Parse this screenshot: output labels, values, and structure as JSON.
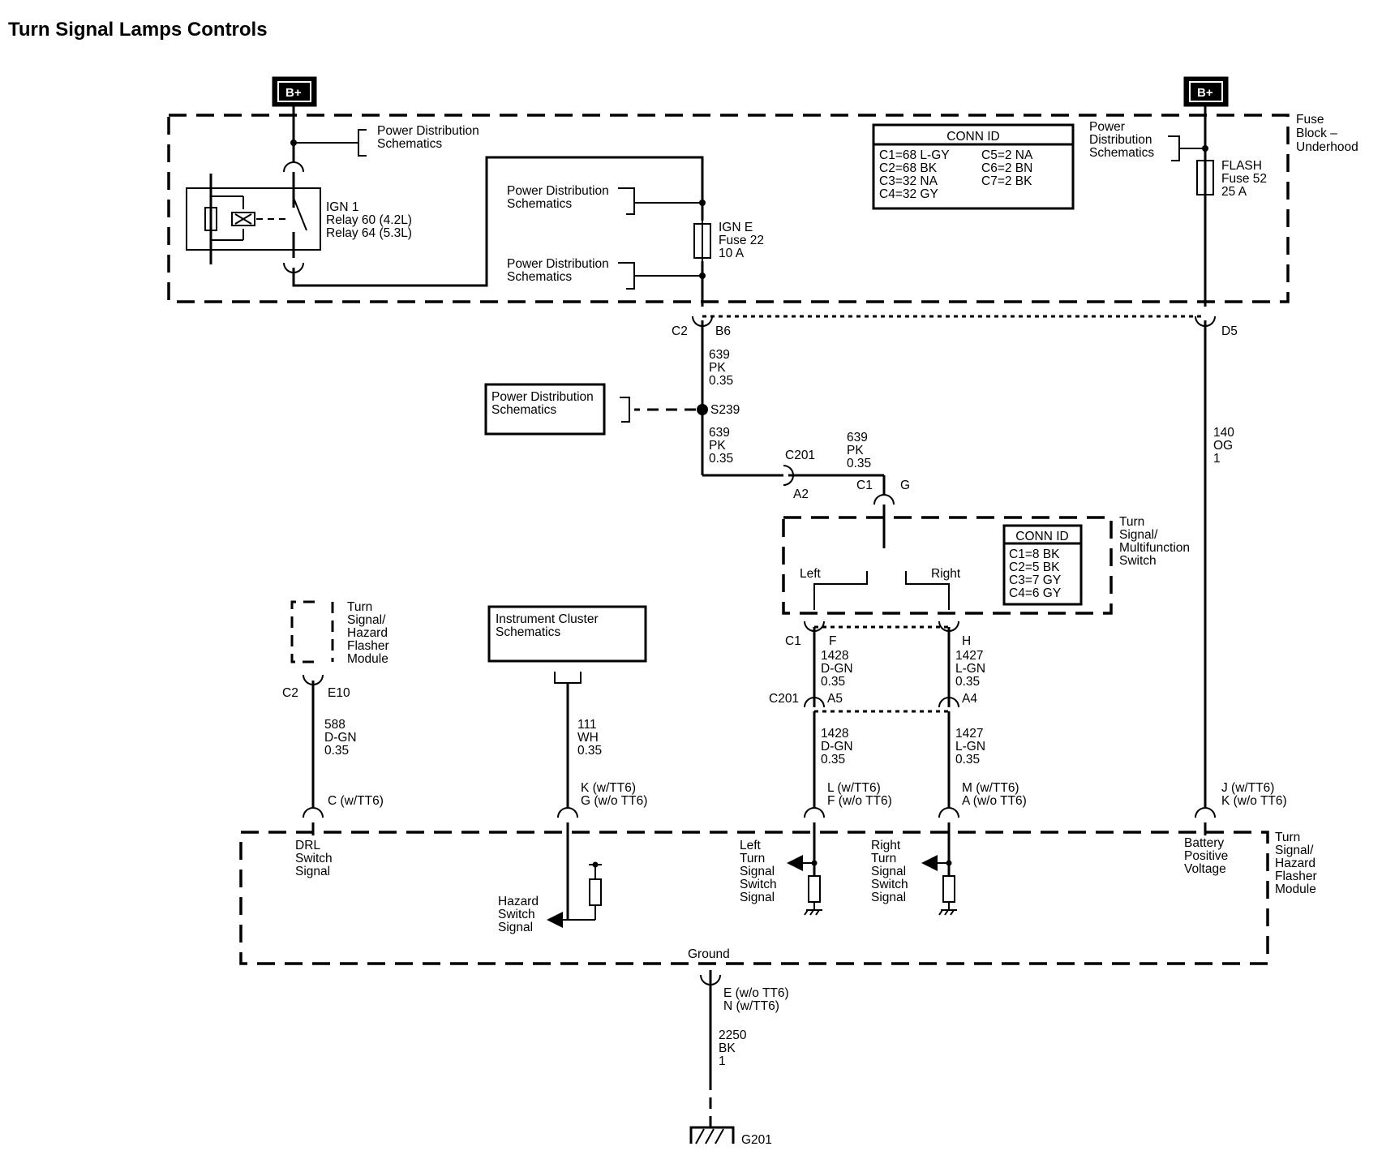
{
  "title": "Turn Signal Lamps Controls",
  "battery": {
    "left": "B+",
    "right": "B+"
  },
  "fuse_block": {
    "name": [
      "Fuse",
      "Block –",
      "Underhood"
    ],
    "conn_id": {
      "header": "CONN ID",
      "col1": [
        "C1=68 L-GY",
        "C2=68 BK",
        "C3=32 NA",
        "C4=32 GY"
      ],
      "col2": [
        "C5=2 NA",
        "C6=2 BN",
        "C7=2 BK"
      ]
    },
    "pds_top_left": [
      "Power Distribution",
      "Schematics"
    ],
    "pds_mid_1": [
      "Power Distribution",
      "Schematics"
    ],
    "pds_mid_2": [
      "Power Distribution",
      "Schematics"
    ],
    "pds_right": [
      "Power",
      "Distribution",
      "Schematics"
    ],
    "relay": [
      "IGN 1",
      "Relay 60 (4.2L)",
      "Relay 64 (5.3L)"
    ],
    "fuse22": [
      "IGN E",
      "Fuse 22",
      "10 A"
    ],
    "fuse52": [
      "FLASH",
      "Fuse 52",
      "25 A"
    ]
  },
  "connectors": {
    "c2": "C2",
    "b6": "B6",
    "d5": "D5",
    "s239": "S239",
    "c201_top": "C201",
    "a2": "A2",
    "c1_g": "C1",
    "g": "G",
    "c1_f": "C1",
    "f": "F",
    "h": "H",
    "c201_mid": "C201",
    "a5": "A5",
    "a4": "A4",
    "c2_e10": "C2",
    "e10": "E10",
    "pin_c": "C (w/TT6)",
    "pin_kg": [
      "K (w/TT6)",
      "G (w/o TT6)"
    ],
    "pin_lf": [
      "L (w/TT6)",
      "F (w/o TT6)"
    ],
    "pin_ma": [
      "M (w/TT6)",
      "A (w/o TT6)"
    ],
    "pin_jk": [
      "J (w/TT6)",
      "K (w/o TT6)"
    ],
    "ground_pins": [
      "E (w/o TT6)",
      "N (w/TT6)"
    ],
    "g201": "G201"
  },
  "wires": {
    "w639a": [
      "639",
      "PK",
      "0.35"
    ],
    "w639b": [
      "639",
      "PK",
      "0.35"
    ],
    "w639c": [
      "639",
      "PK",
      "0.35"
    ],
    "w140": [
      "140",
      "OG",
      "1"
    ],
    "w1428a": [
      "1428",
      "D-GN",
      "0.35"
    ],
    "w1427a": [
      "1427",
      "L-GN",
      "0.35"
    ],
    "w1428b": [
      "1428",
      "D-GN",
      "0.35"
    ],
    "w1427b": [
      "1427",
      "L-GN",
      "0.35"
    ],
    "w588": [
      "588",
      "D-GN",
      "0.35"
    ],
    "w111": [
      "111",
      "WH",
      "0.35"
    ],
    "w2250": [
      "2250",
      "BK",
      "1"
    ]
  },
  "pds_box": [
    "Power Distribution",
    "Schematics"
  ],
  "multifunction": {
    "name": [
      "Turn",
      "Signal/",
      "Multifunction",
      "Switch"
    ],
    "left": "Left",
    "right": "Right",
    "conn_id": {
      "header": "CONN ID",
      "rows": [
        "C1=8 BK",
        "C2=5 BK",
        "C3=7 GY",
        "C4=6 GY"
      ]
    }
  },
  "flasher_small": [
    "Turn",
    "Signal/",
    "Hazard",
    "Flasher",
    "Module"
  ],
  "instrument_cluster": [
    "Instrument Cluster",
    "Schematics"
  ],
  "flasher_module": {
    "name": [
      "Turn",
      "Signal/",
      "Hazard",
      "Flasher",
      "Module"
    ],
    "drl": [
      "DRL",
      "Switch",
      "Signal"
    ],
    "hazard": [
      "Hazard",
      "Switch",
      "Signal"
    ],
    "left_turn": [
      "Left",
      "Turn",
      "Signal",
      "Switch",
      "Signal"
    ],
    "right_turn": [
      "Right",
      "Turn",
      "Signal",
      "Switch",
      "Signal"
    ],
    "battery": [
      "Battery",
      "Positive",
      "Voltage"
    ],
    "ground": "Ground"
  }
}
